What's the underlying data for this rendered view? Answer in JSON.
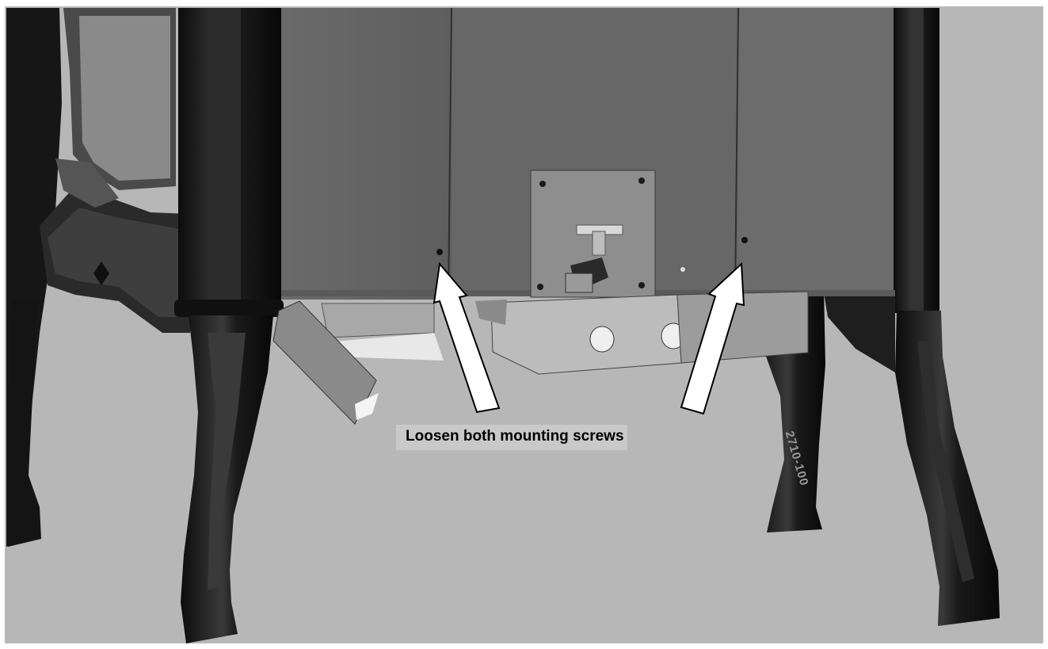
{
  "figure": {
    "callout_text": "Loosen both mounting screws",
    "part_number": "2710-100",
    "callout_count": 2
  },
  "colors": {
    "background": "#b7b7b7",
    "frame": "#ffffff",
    "stove_body": "#6e6e6e",
    "cast_iron": "#151515",
    "bracket": "#b8b8b8",
    "arrow_fill": "#ffffff",
    "arrow_stroke": "#000000",
    "label_box": "#c9c9c9"
  }
}
